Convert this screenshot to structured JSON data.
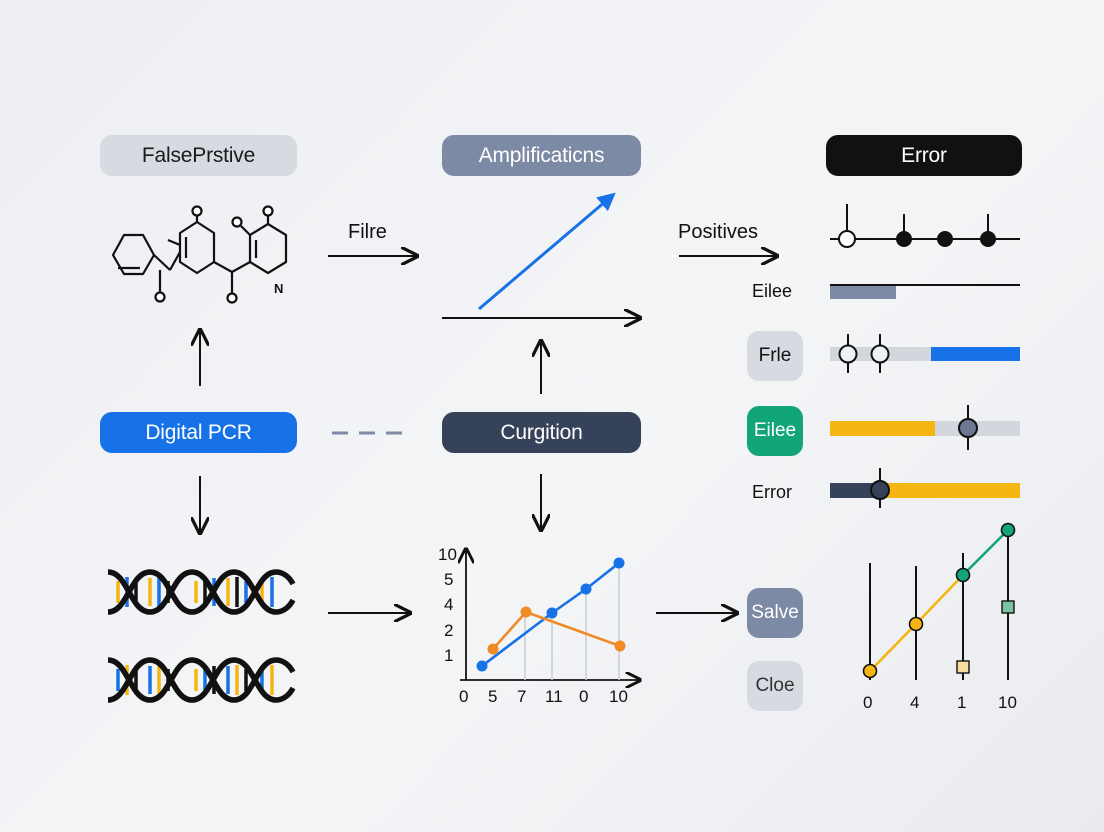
{
  "nodes": {
    "false_positive": "FalsePrstive",
    "amplifications": "Amplificatiᴄns",
    "error_header": "Error",
    "digital_pcr": "Digital PCR",
    "curgition": "Curgition"
  },
  "edge_labels": {
    "filre": "Filre",
    "positives": "Positives"
  },
  "side_labels": {
    "eilee_1": "Eilee",
    "frle": "Frle",
    "eilee_2": "Eilee",
    "error_row": "Error"
  },
  "buttons": {
    "save": "Salve",
    "close": "Cloe"
  },
  "mid_chart": {
    "y_ticks": [
      "10",
      "5",
      "4",
      "2",
      "1",
      "0"
    ],
    "x_ticks": [
      "5",
      "7",
      "11",
      "0",
      "10"
    ]
  },
  "right_chart": {
    "x_ticks": [
      "0",
      "4",
      "1",
      "10"
    ]
  },
  "colors": {
    "blue": "#1672e6",
    "orange": "#f08a24",
    "green": "#13a57a",
    "yellow": "#f5b512",
    "navy": "#36415a",
    "slate": "#7d8aa6",
    "gray_pill": "#d7dae1"
  },
  "icons": [
    "molecule-structure",
    "dna-helix",
    "arrow"
  ]
}
